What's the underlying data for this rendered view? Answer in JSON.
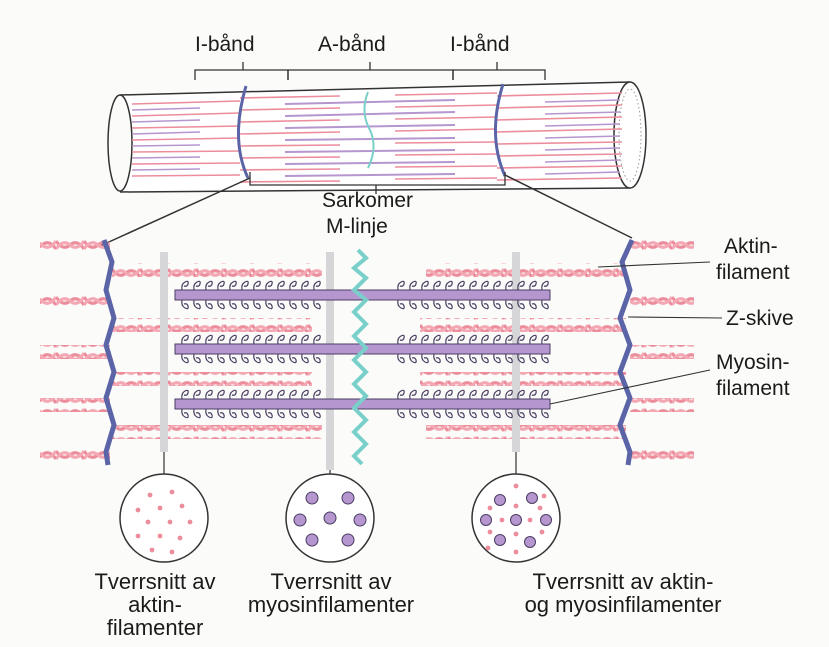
{
  "labels": {
    "i_band_left": "I-bånd",
    "a_band": "A-bånd",
    "i_band_right": "I-bånd",
    "sarcomere": "Sarkomer",
    "m_line": "M-linje",
    "actin_1": "Aktin-",
    "actin_2": "filament",
    "z_disc": "Z-skive",
    "myosin_1": "Myosin-",
    "myosin_2": "filament"
  },
  "captions": {
    "left": [
      "Tverrsnitt av",
      "aktin-",
      "filamenter"
    ],
    "middle": [
      "Tverrsnitt av",
      "myosinfilamenter"
    ],
    "right": [
      "Tverrsnitt av aktin-",
      "og myosinfilamenter"
    ]
  },
  "colors": {
    "actin": "#ec8d9c",
    "actin_light": "#f7c1c9",
    "myosin": "#b596cf",
    "myosin_stroke": "#4a3e63",
    "z_disc": "#5a64a6",
    "m_line": "#79cfc9",
    "line": "#333333"
  }
}
